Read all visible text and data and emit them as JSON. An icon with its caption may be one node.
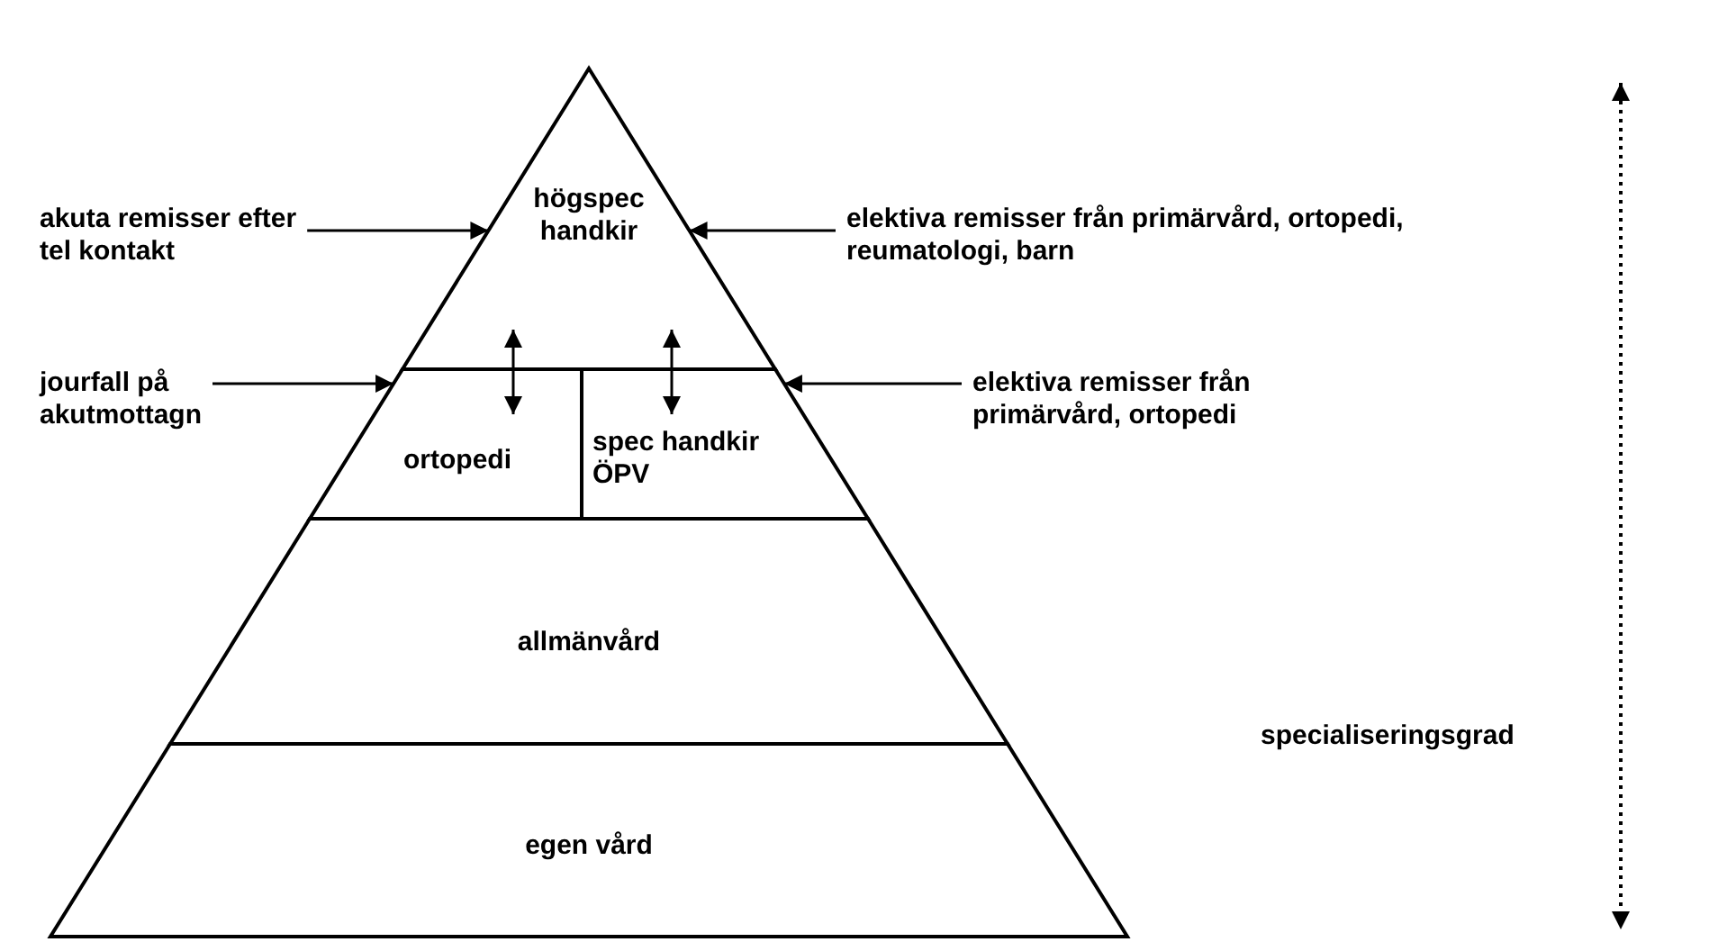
{
  "diagram": {
    "nodes": [
      {
        "text": [
          "högspec handkir"
        ]
      },
      {
        "text": [
          "ortopedi"
        ]
      },
      {
        "text": [
          "spec handkir ÖPV"
        ]
      },
      {
        "text": [
          "allmänvård"
        ]
      },
      {
        "text": [
          "egen vård"
        ]
      },
      {
        "text": [
          "akuta remisser efter tel kontakt"
        ]
      },
      {
        "text": [
          "elektiva remisser från primärvård, ortopedi, reumatologi, barn"
        ]
      },
      {
        "text": [
          "jourfall på akutmottagn"
        ]
      },
      {
        "text": [
          "elektiva remisser från primärvård, ortopedi"
        ]
      }
    ],
    "edges": [
      {
        "from": 5,
        "to": 0,
        "arrow": "to"
      },
      {
        "from": 6,
        "to": 0,
        "arrow": "to"
      },
      {
        "from": 7,
        "to": 1,
        "arrow": "to"
      },
      {
        "from": 8,
        "to": 2,
        "arrow": "to"
      },
      {
        "from": 0,
        "to": 1,
        "arrow": "both"
      },
      {
        "from": 0,
        "to": 2,
        "arrow": "both"
      }
    ],
    "labels": [
      "specialiseringsgrad"
    ]
  }
}
